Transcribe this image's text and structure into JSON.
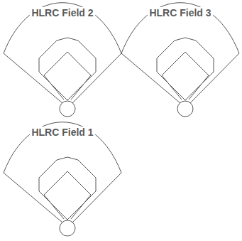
{
  "diagram": {
    "nodes": [
      {
        "text": [
          "HLRC Field 2"
        ]
      },
      {
        "text": [
          "HLRC Field 3"
        ]
      },
      {
        "text": [
          "HLRC Field 1"
        ]
      }
    ]
  }
}
